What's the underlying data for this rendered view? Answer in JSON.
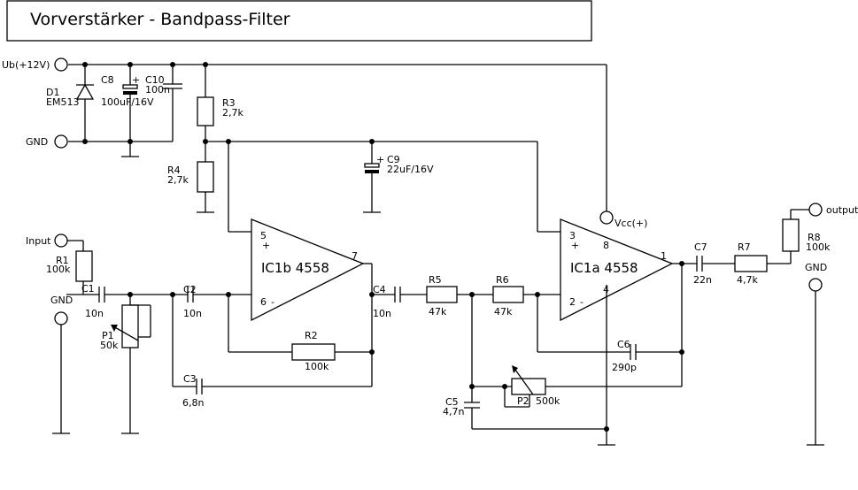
{
  "title": "Vorverstärker  - Bandpass-Filter",
  "terminals": {
    "ub": "Ub(+12V)",
    "gnd_left": "GND",
    "input": "Input",
    "gnd_input": "GND",
    "vcc": "Vcc(+)",
    "output": "output",
    "gnd_output": "GND"
  },
  "components": {
    "d1": {
      "name": "D1",
      "value": "EM513"
    },
    "c8": {
      "name": "C8",
      "value": "100uF/16V"
    },
    "c10": {
      "name": "C10",
      "value": "100n"
    },
    "r3": {
      "name": "R3",
      "value": "2,7k"
    },
    "r4": {
      "name": "R4",
      "value": "2,7k"
    },
    "c9": {
      "name": "C9",
      "value": "22uF/16V"
    },
    "r1": {
      "name": "R1",
      "value": "100k"
    },
    "c1": {
      "name": "C1",
      "value": "10n"
    },
    "p1": {
      "name": "P1",
      "value": "50k"
    },
    "c2": {
      "name": "C2",
      "value": "10n"
    },
    "c3": {
      "name": "C3",
      "value": "6,8n"
    },
    "r2": {
      "name": "R2",
      "value": "100k"
    },
    "ic1b": {
      "name": "IC1b  4558",
      "pin_plus": "5",
      "pin_minus": "6",
      "pin_out": "7"
    },
    "c4": {
      "name": "C4",
      "value": "10n"
    },
    "r5": {
      "name": "R5",
      "value": "47k"
    },
    "r6": {
      "name": "R6",
      "value": "47k"
    },
    "c5": {
      "name": "C5",
      "value": "4,7n"
    },
    "p2": {
      "name": "P2",
      "value": "500k"
    },
    "ic1a": {
      "name": "IC1a  4558",
      "pin_plus": "3",
      "pin_minus": "2",
      "pin_out": "1",
      "pin_vcc": "8",
      "pin_gnd": "4"
    },
    "c6": {
      "name": "C6",
      "value": "290p"
    },
    "c7": {
      "name": "C7",
      "value": "22n"
    },
    "r7": {
      "name": "R7",
      "value": "4,7k"
    },
    "r8": {
      "name": "R8",
      "value": "100k"
    }
  },
  "symbols": {
    "plus": "+",
    "minus": "-"
  }
}
